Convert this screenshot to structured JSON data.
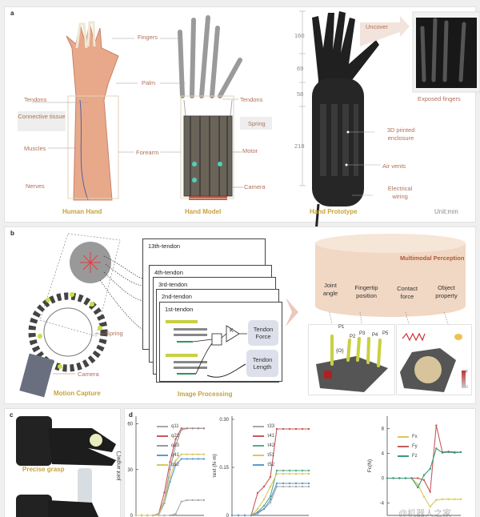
{
  "panel_a": {
    "label": "a",
    "human_hand": {
      "fingers": "Fingers",
      "palm": "Palm",
      "tendons": "Tendons",
      "connective_tissue": "Connective tissue",
      "muscles": "Muscles",
      "forearm": "Forearm",
      "nerves": "Nerves",
      "caption": "Human Hand"
    },
    "hand_model": {
      "tendons": "Tendons",
      "spring": "Spring",
      "motor": "Motor",
      "camera": "Camera",
      "caption": "Hand Model"
    },
    "prototype": {
      "dims": [
        "160",
        "69",
        "58",
        "218"
      ],
      "uncover": "Uncover",
      "exposed_fingers": "Exposed fingers",
      "enclosure": "3D printed enclosure",
      "air_vents": "Air vents",
      "wiring": "Electrical wiring",
      "caption": "Hand Prototype",
      "unit": "Unit:mm"
    }
  },
  "panel_b": {
    "label": "b",
    "spring": "Spring",
    "camera": "Camera",
    "motion_capture": "Motion Capture",
    "tendons": [
      "13th-tendon",
      "4th-tendon",
      "3rd-tendon",
      "2nd-tendon",
      "1st-tendon"
    ],
    "gain": "K",
    "tendon_force": "Tendon Force",
    "tendon_length": "Tendon Length",
    "image_processing": "Image Processing",
    "perception_title": "Multimodal Perception",
    "modalities": [
      "Joint angle",
      "Fingertip position",
      "Contact force",
      "Object property"
    ],
    "points": [
      "P1",
      "P2",
      "P3",
      "P4",
      "P5",
      "{O}"
    ],
    "colorbar": [
      "F",
      "0"
    ]
  },
  "panel_c": {
    "label": "c",
    "caption": "Precise grasp"
  },
  "panel_d": {
    "label": "d",
    "watermark": "@机器人之家"
  },
  "chart_data": [
    {
      "type": "line",
      "ylabel": "joint angle(°)",
      "ylim": [
        0,
        65
      ],
      "yticks": [
        "0",
        "30",
        "60"
      ],
      "x": [
        0,
        1,
        2,
        3,
        4,
        5,
        6,
        7,
        8,
        9,
        10,
        11,
        12
      ],
      "series": [
        {
          "name": "q11",
          "color": "#a8a8a8",
          "values": [
            0,
            0,
            0,
            0,
            0,
            0,
            0,
            1,
            9,
            10,
            10,
            10,
            10
          ]
        },
        {
          "name": "q22",
          "color": "#c75a5a",
          "values": [
            0,
            0,
            0,
            0,
            1,
            15,
            35,
            50,
            57,
            57,
            57,
            57,
            57
          ]
        },
        {
          "name": "q23",
          "color": "#9a9a9a",
          "values": [
            0,
            0,
            0,
            0,
            1,
            10,
            30,
            46,
            56,
            57,
            57,
            57,
            57
          ]
        },
        {
          "name": "q41",
          "color": "#5a9ad0",
          "values": [
            0,
            0,
            0,
            0,
            0,
            8,
            22,
            33,
            37,
            37,
            37,
            37,
            37
          ]
        },
        {
          "name": "q52",
          "color": "#d9c95a",
          "values": [
            0,
            0,
            0,
            0,
            0,
            9,
            25,
            36,
            40,
            40,
            40,
            40,
            40
          ]
        }
      ]
    },
    {
      "type": "line",
      "ylabel": "τext (N·m)",
      "ylim": [
        0,
        0.31
      ],
      "yticks": [
        "0",
        "0.15",
        "0.30"
      ],
      "x": [
        0,
        1,
        2,
        3,
        4,
        5,
        6,
        7,
        8,
        9,
        10,
        11,
        12
      ],
      "series": [
        {
          "name": "τ33",
          "color": "#a8a8a8",
          "values": [
            0,
            0,
            0,
            0,
            0.005,
            0.02,
            0.04,
            0.09,
            0.09,
            0.09,
            0.09,
            0.09,
            0.09
          ]
        },
        {
          "name": "τ41",
          "color": "#c75a5a",
          "values": [
            0,
            0,
            0,
            0,
            0.07,
            0.09,
            0.12,
            0.27,
            0.27,
            0.27,
            0.27,
            0.27,
            0.27
          ]
        },
        {
          "name": "τ42",
          "color": "#5aa88a",
          "values": [
            0,
            0,
            0,
            0,
            0.01,
            0.03,
            0.06,
            0.14,
            0.14,
            0.14,
            0.14,
            0.14,
            0.14
          ]
        },
        {
          "name": "τ51",
          "color": "#d9c95a",
          "values": [
            0,
            0,
            0,
            0,
            0.02,
            0.05,
            0.09,
            0.13,
            0.13,
            0.13,
            0.13,
            0.13,
            0.13
          ]
        },
        {
          "name": "τ52",
          "color": "#5a9ad0",
          "values": [
            0,
            0,
            0,
            0,
            0.01,
            0.02,
            0.05,
            0.1,
            0.1,
            0.1,
            0.1,
            0.1,
            0.1
          ]
        }
      ]
    },
    {
      "type": "line",
      "ylabel": "Fc(N)",
      "ylim": [
        -6,
        10
      ],
      "yticks": [
        "-4",
        "0",
        "4",
        "8"
      ],
      "x": [
        0,
        1,
        2,
        3,
        4,
        5,
        6,
        7,
        8,
        9,
        10,
        11,
        12
      ],
      "series": [
        {
          "name": "Fx",
          "color": "#d9c95a",
          "values": [
            0,
            0,
            0,
            0,
            0,
            -1,
            -3,
            -4.6,
            -3.5,
            -3.4,
            -3.4,
            -3.4,
            -3.4
          ]
        },
        {
          "name": "Fy",
          "color": "#c75a5a",
          "values": [
            0,
            0,
            0,
            0,
            0,
            0,
            -0.3,
            -2.2,
            8.5,
            4.2,
            4.3,
            4.2,
            4.2
          ]
        },
        {
          "name": "Fz",
          "color": "#3a9a7a",
          "values": [
            0,
            0,
            0,
            0,
            0,
            -1.5,
            0.5,
            1.5,
            4.8,
            4.1,
            4.2,
            4.1,
            4.2
          ]
        }
      ]
    }
  ]
}
